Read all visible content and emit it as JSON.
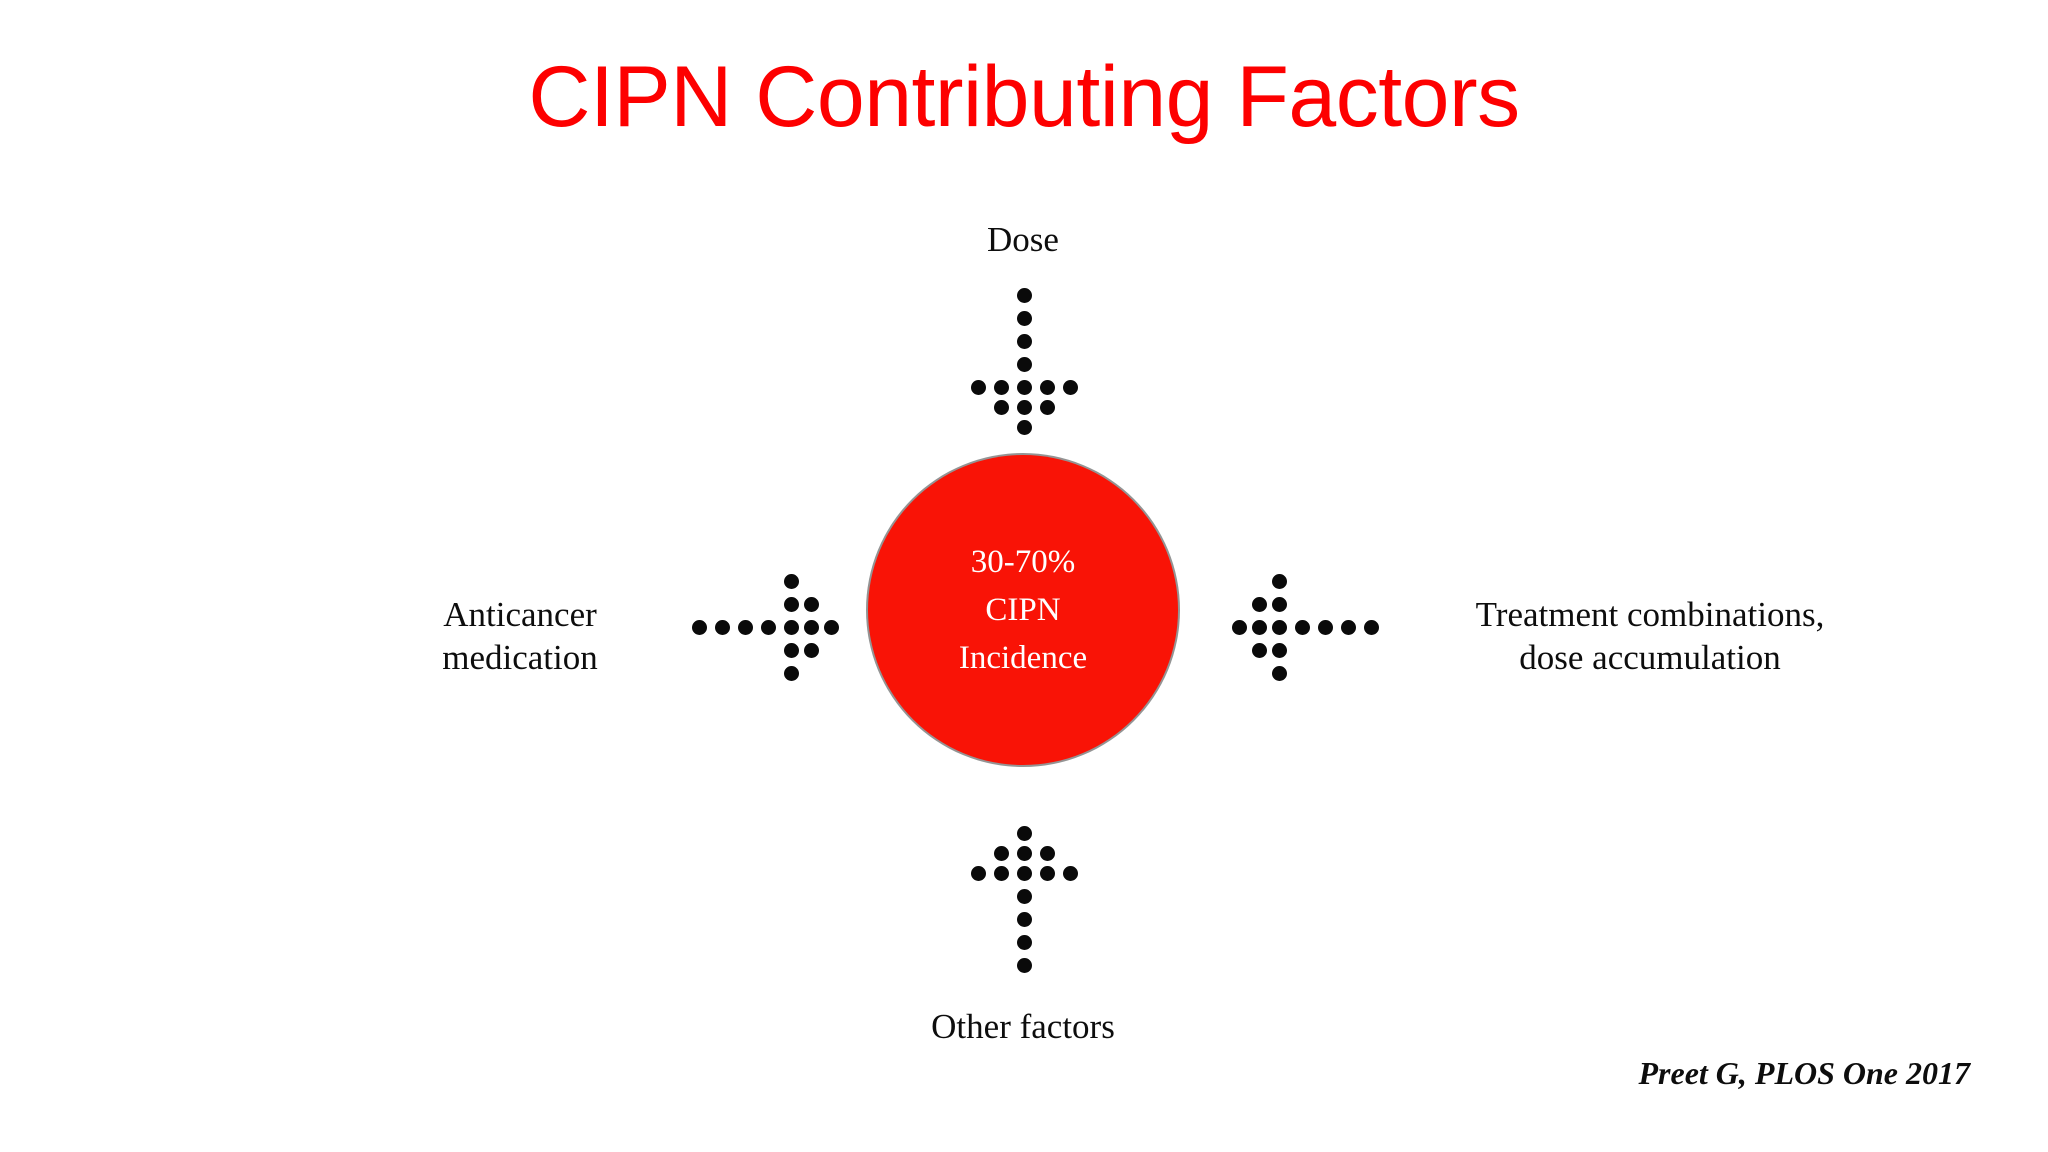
{
  "slide": {
    "title": "CIPN Contributing Factors",
    "title_color": "#fd0000",
    "background_color": "#ffffff",
    "citation": "Preet G, PLOS One 2017"
  },
  "center": {
    "name": "CIPN incidence",
    "fill_color": "#f91306",
    "text_color": "#ffffff",
    "lines": [
      "30-70%",
      "CIPN",
      "Incidence"
    ],
    "line1": "30-70%",
    "line2": "CIPN",
    "line3": "Incidence"
  },
  "factors": [
    {
      "id": "top",
      "label": "Dose",
      "arrow": "arrow-down-dotted",
      "position": "top"
    },
    {
      "id": "right",
      "label": "Treatment combinations,\ndose accumulation",
      "arrow": "arrow-left-dotted",
      "position": "right"
    },
    {
      "id": "bottom",
      "label": "Other factors",
      "arrow": "arrow-up-dotted",
      "position": "bottom"
    },
    {
      "id": "left",
      "label": "Anticancer\nmedication",
      "arrow": "arrow-right-dotted",
      "position": "left"
    }
  ],
  "labels": {
    "top": "Dose",
    "bottom": "Other factors",
    "left": "Anticancer\nmedication",
    "right": "Treatment combinations,\ndose accumulation"
  },
  "chart_data": {
    "type": "diagram",
    "diagram_kind": "hub-and-spoke",
    "title": "CIPN Contributing Factors",
    "hub": {
      "label": "30-70% CIPN Incidence",
      "value_range": [
        30,
        70
      ],
      "unit": "%"
    },
    "spokes": [
      {
        "label": "Dose",
        "direction": "top",
        "arrow_points_to": "hub"
      },
      {
        "label": "Treatment combinations, dose accumulation",
        "direction": "right",
        "arrow_points_to": "hub"
      },
      {
        "label": "Other factors",
        "direction": "bottom",
        "arrow_points_to": "hub"
      },
      {
        "label": "Anticancer medication",
        "direction": "left",
        "arrow_points_to": "hub"
      }
    ],
    "source": "Preet G, PLOS One 2017"
  }
}
